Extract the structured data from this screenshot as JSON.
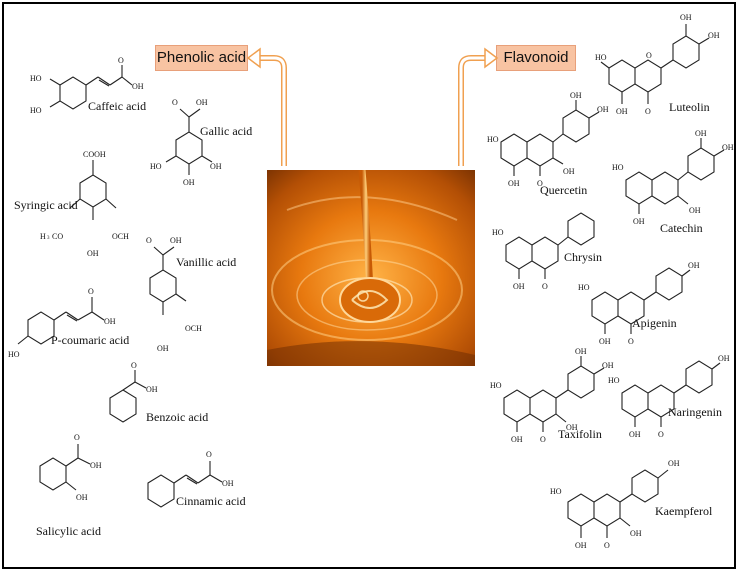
{
  "categories": {
    "phenolic": "Phenolic acid",
    "flavonoid": "Flavonoid"
  },
  "phenolic_acids": [
    "Caffeic acid",
    "Gallic acid",
    "Syringic acid",
    "Vanillic acid",
    "P-coumaric acid",
    "Benzoic acid",
    "Salicylic acid",
    "Cinnamic acid"
  ],
  "flavonoids": [
    "Luteolin",
    "Quercetin",
    "Catechin",
    "Chrysin",
    "Apigenin",
    "Taxifolin",
    "Naringenin",
    "Kaempferol"
  ],
  "labels": {
    "oh": "OH",
    "ho": "HO",
    "o": "O",
    "cooh": "COOH",
    "och3": "OCH",
    "h3co": "H",
    "sub3": "3",
    "co": "CO"
  },
  "colors": {
    "tag_fill": "#f8c3a2",
    "arrow": "#f0a050",
    "honey": "#e07010"
  }
}
